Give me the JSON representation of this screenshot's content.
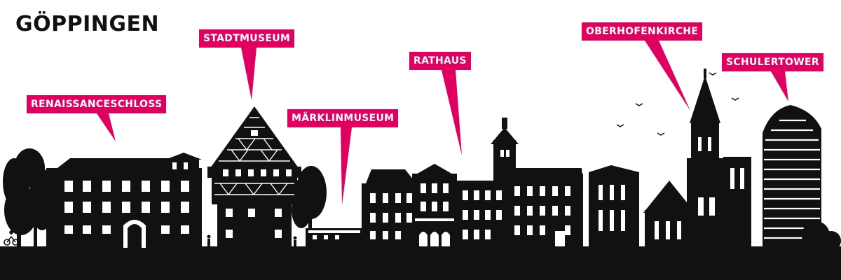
{
  "title": "GÖPPINGEN",
  "colors": {
    "label_background": "#e0005f",
    "label_text": "#ffffff",
    "silhouette": "#111111",
    "background": "#ffffff"
  },
  "landmarks": [
    {
      "id": "renaissanceschloss",
      "label": "RENAISSANCESCHLOSS"
    },
    {
      "id": "stadtmuseum",
      "label": "STADTMUSEUM"
    },
    {
      "id": "maerklinmuseum",
      "label": "MÄRKLINMUSEUM"
    },
    {
      "id": "rathaus",
      "label": "RATHAUS"
    },
    {
      "id": "oberhofenkirche",
      "label": "OBERHOFENKIRCHE"
    },
    {
      "id": "schulertower",
      "label": "SCHULERTOWER"
    }
  ]
}
